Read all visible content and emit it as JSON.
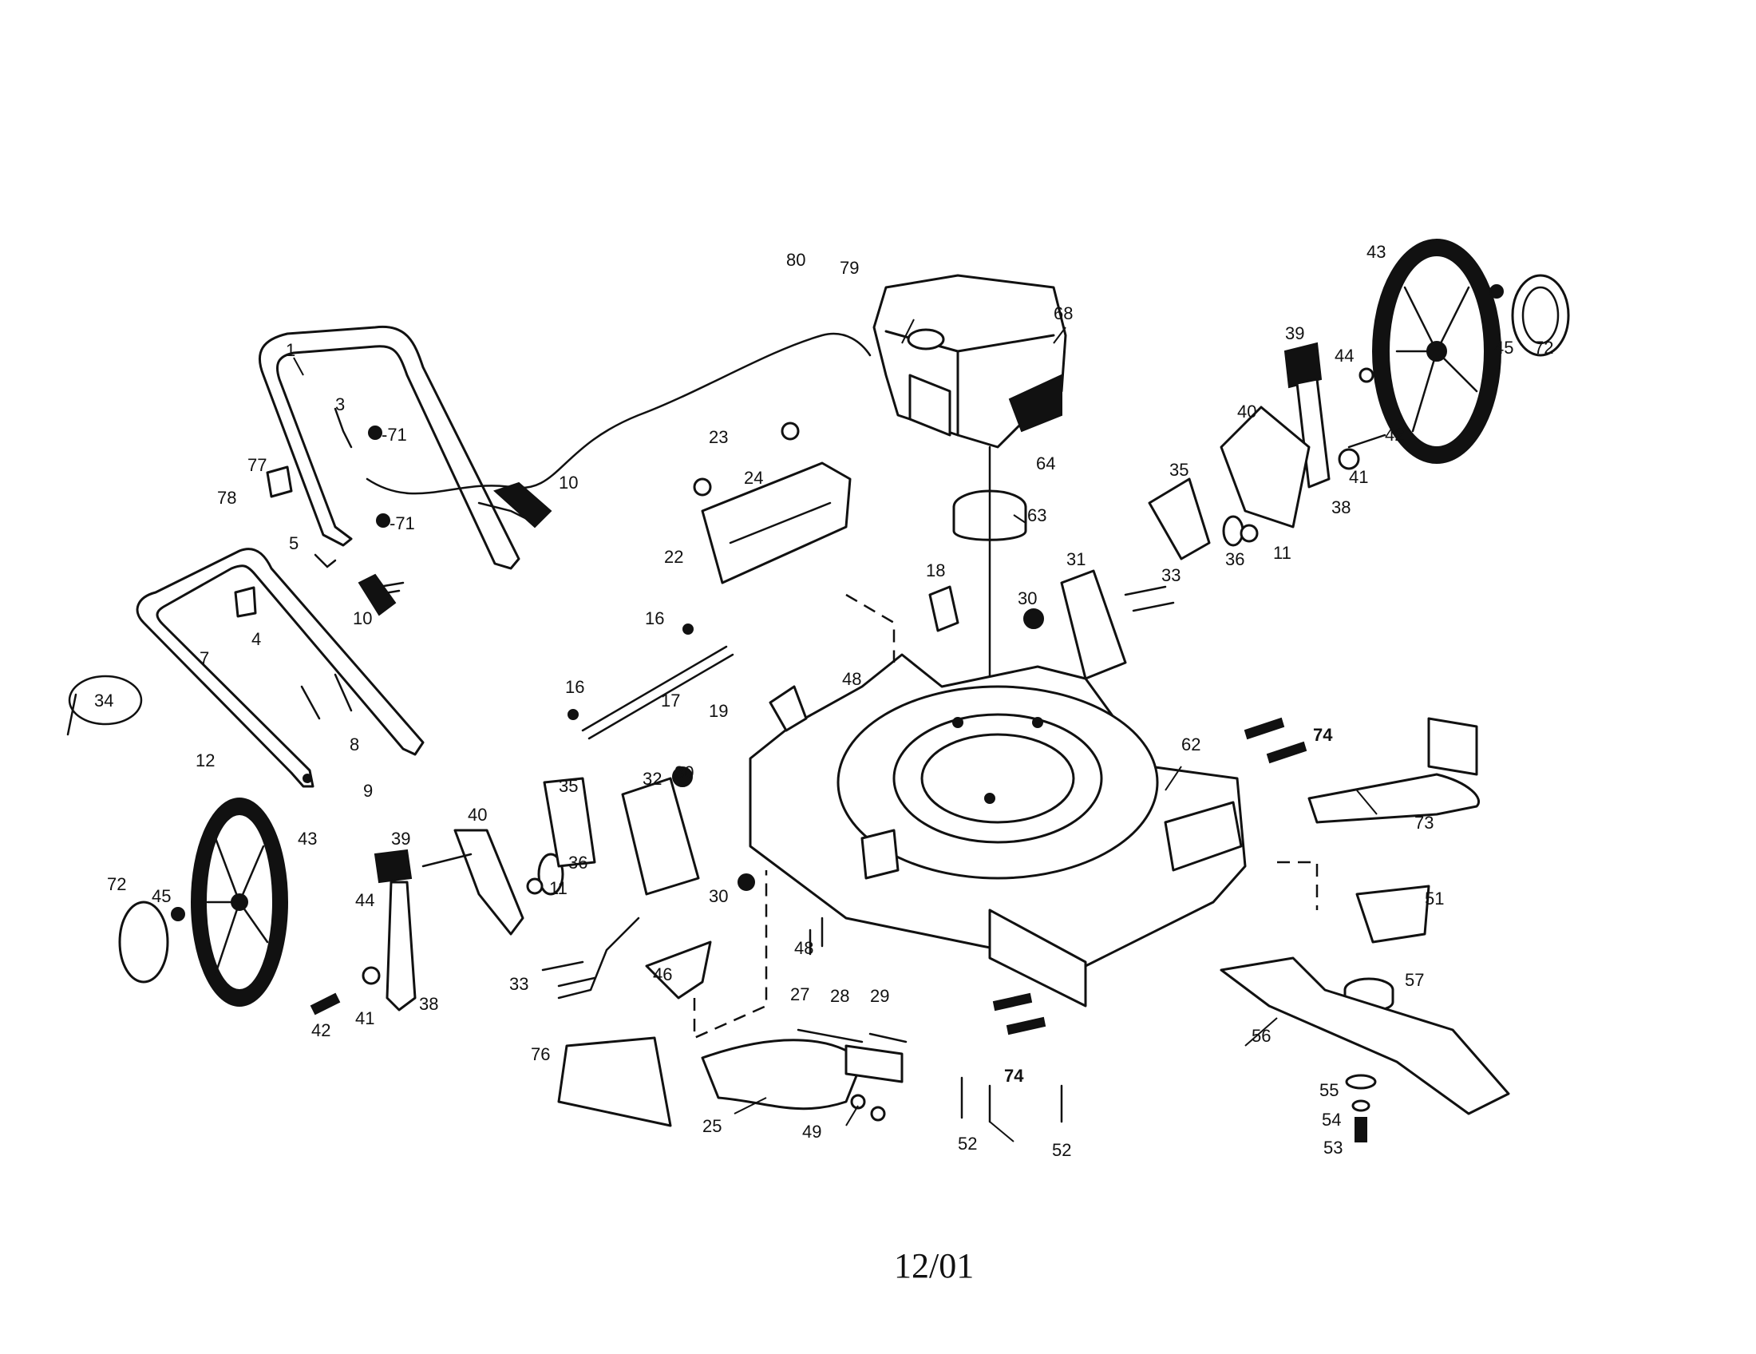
{
  "diagram": {
    "date_code": "12/01",
    "callouts": {
      "c1": "1",
      "c3": "3",
      "c71a": "-71",
      "c71b": "-71",
      "c77": "77",
      "c78": "78",
      "c5": "5",
      "c10a": "10",
      "c10b": "10",
      "c7": "7",
      "c4": "4",
      "c34": "34",
      "c12": "12",
      "c8": "8",
      "c9": "9",
      "c80": "80",
      "c79": "79",
      "c68": "68",
      "c23": "23",
      "c24": "24",
      "c22": "22",
      "c64": "64",
      "c63": "63",
      "c16a": "16",
      "c16b": "16",
      "c17": "17",
      "c18": "18",
      "c19": "19",
      "c48a": "48",
      "c48b": "48",
      "c30a": "30",
      "c30b": "30",
      "c30c": "30",
      "c31": "31",
      "c33a": "33",
      "c33b": "33",
      "c35a": "35",
      "c35b": "35",
      "c36a": "36",
      "c36b": "36",
      "c11a": "11",
      "c11b": "11",
      "c39a": "39",
      "c39b": "39",
      "c40a": "40",
      "c40b": "40",
      "c44a": "44",
      "c44b": "44",
      "c43a": "43",
      "c43b": "43",
      "c45a": "45",
      "c45b": "45",
      "c72a": "72",
      "c72b": "72",
      "c42a": "42",
      "c42b": "42",
      "c41a": "41",
      "c41b": "41",
      "c38a": "38",
      "c38b": "38",
      "c32": "32",
      "c62": "62",
      "c74a": "74",
      "c74b": "74",
      "c73": "73",
      "c51": "51",
      "c57": "57",
      "c56": "56",
      "c55": "55",
      "c54": "54",
      "c53": "53",
      "c46": "46",
      "c27": "27",
      "c28": "28",
      "c29": "29",
      "c76": "76",
      "c25": "25",
      "c49": "49",
      "c52a": "52",
      "c52b": "52"
    }
  }
}
